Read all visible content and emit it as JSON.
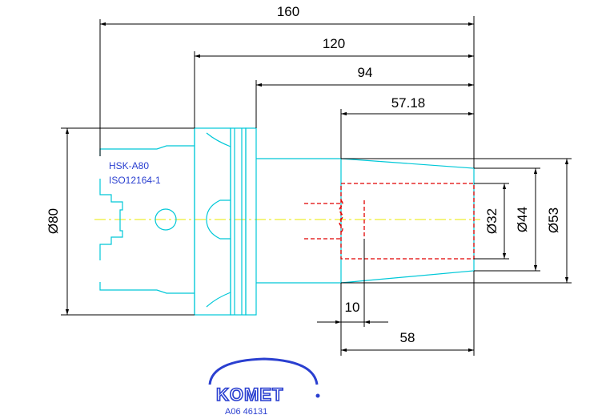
{
  "dimensions": {
    "overall_length": "160",
    "flange_to_end": "120",
    "body_to_end": "94",
    "taper_length": "57.18",
    "bore_depth": "58",
    "pilot": "10"
  },
  "diameters": {
    "shank": "Ø80",
    "bore": "Ø32",
    "taper_small": "Ø44",
    "taper_large": "Ø53"
  },
  "labels": {
    "interface": "HSK-A80",
    "standard": "ISO12164-1"
  },
  "brand": {
    "name": "KOMET",
    "part_number": "A06 46131",
    "color": "#2a3fd0"
  },
  "colors": {
    "outline": "#00c8d8",
    "hidden": "#e00000",
    "centerline": "#e8e800"
  }
}
